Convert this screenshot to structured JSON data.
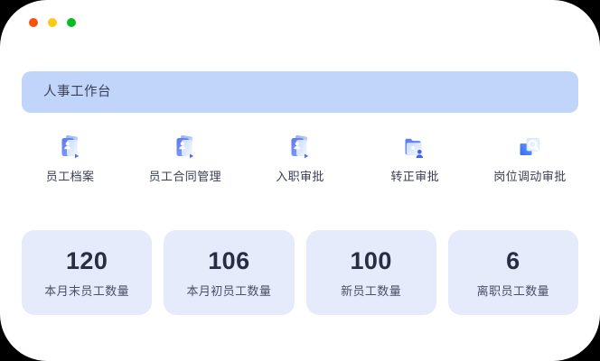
{
  "window": {
    "background": "#ffffff",
    "traffic_lights": [
      {
        "name": "close",
        "color": "#f9520d"
      },
      {
        "name": "minimize",
        "color": "#fdc913"
      },
      {
        "name": "maximize",
        "color": "#07bb24"
      }
    ]
  },
  "header": {
    "title": "人事工作台",
    "background": "#c1d5fb",
    "text_color": "#3a3f55"
  },
  "shortcuts": [
    {
      "label": "员工档案",
      "icon": "employee-file-icon"
    },
    {
      "label": "员工合同管理",
      "icon": "employee-contract-icon"
    },
    {
      "label": "入职审批",
      "icon": "onboarding-approval-icon"
    },
    {
      "label": "转正审批",
      "icon": "regularization-approval-icon"
    },
    {
      "label": "岗位调动审批",
      "icon": "job-transfer-approval-icon"
    }
  ],
  "stats": {
    "card_background": "#e6ebfb",
    "value_color": "#2a2c42",
    "label_color": "#4a4f66",
    "cards": [
      {
        "value": "120",
        "label": "本月末员工数量"
      },
      {
        "value": "106",
        "label": "本月初员工数量"
      },
      {
        "value": "100",
        "label": "新员工数量"
      },
      {
        "value": "6",
        "label": "离职员工数量"
      }
    ]
  }
}
